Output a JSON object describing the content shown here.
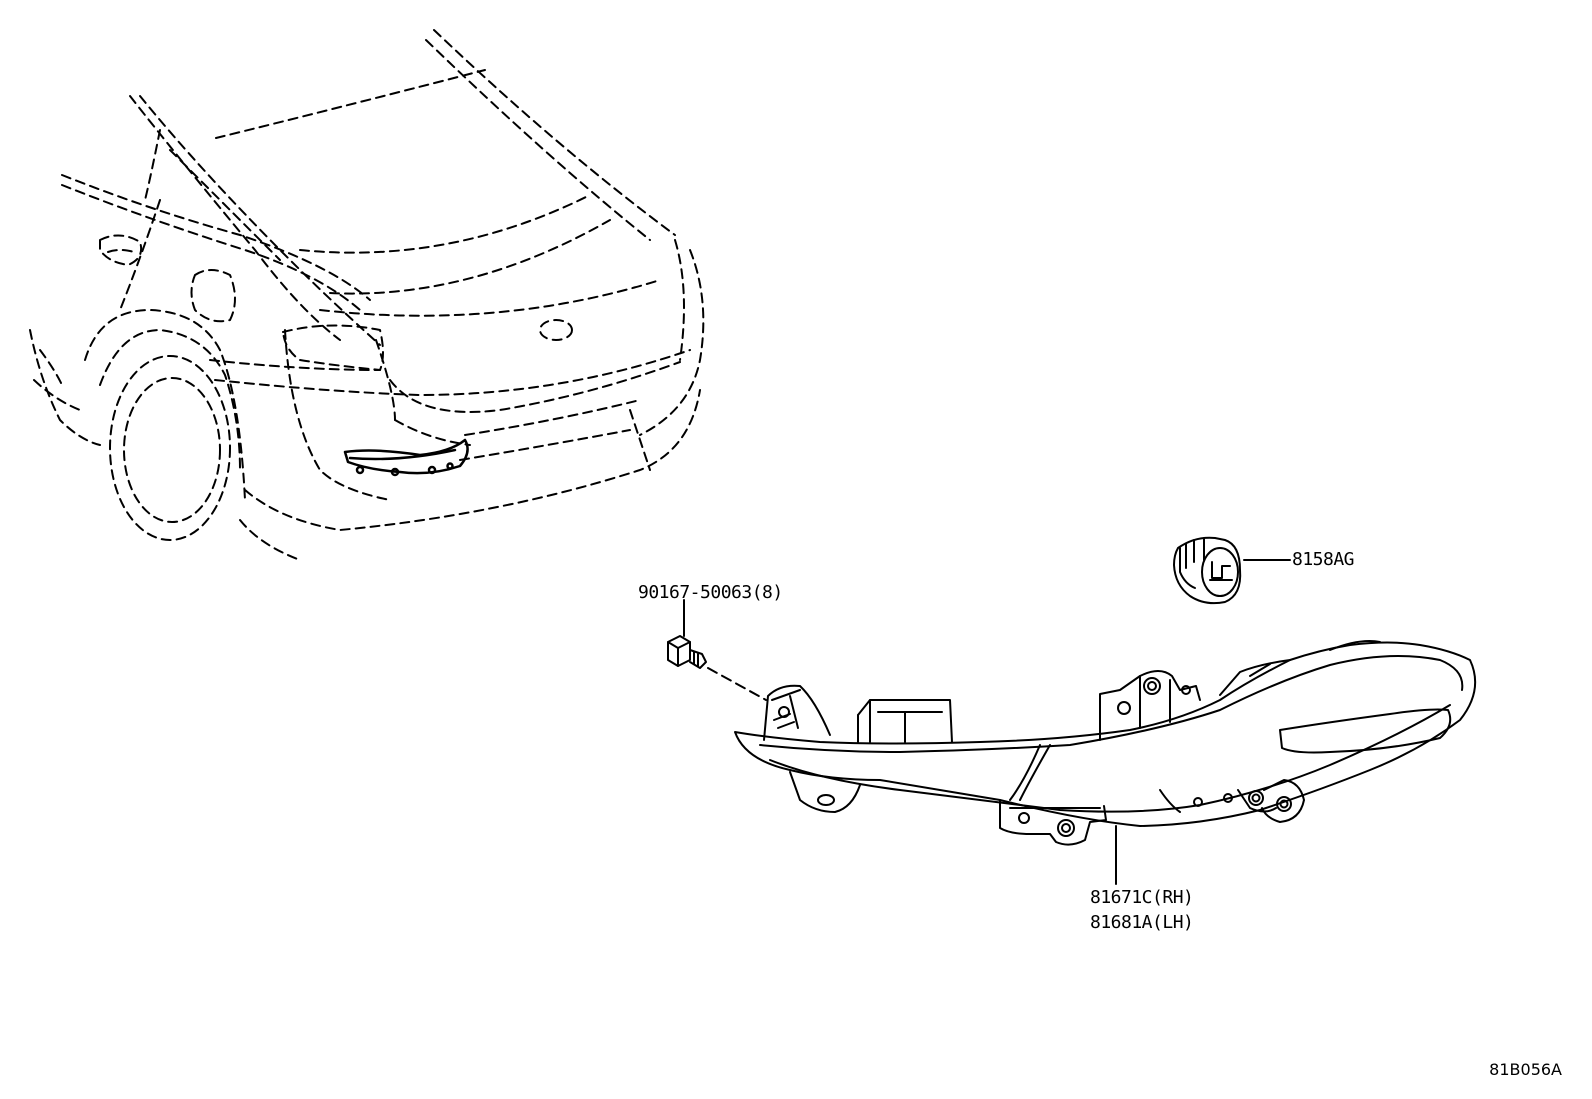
{
  "labels": {
    "bolt": "90167-50063(8)",
    "socket": "8158AG",
    "reflector_rh": "81671C(RH)",
    "reflector_lh": "81681A(LH)"
  },
  "figure_code": "81B056A"
}
